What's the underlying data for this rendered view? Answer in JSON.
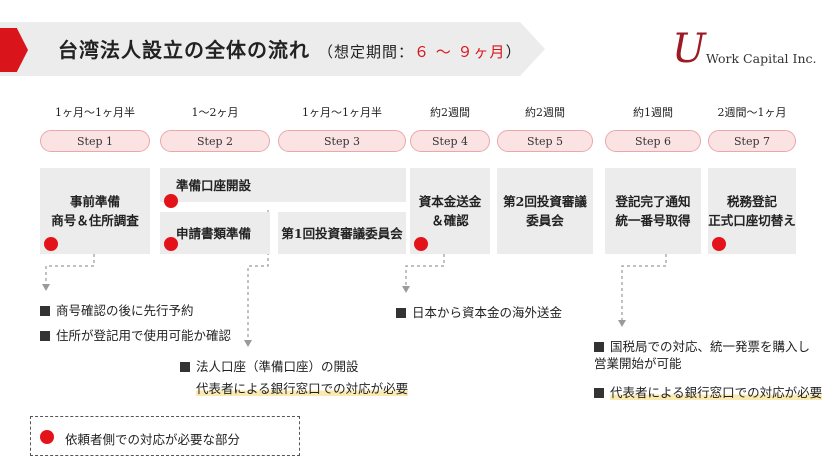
{
  "header": {
    "title": "台湾法人設立の全体の流れ",
    "subtitle_open": "（想定期間：",
    "subtitle_range": "６ ～ ９ヶ月",
    "subtitle_close": "）"
  },
  "logo": {
    "mark": "U",
    "text": "Work Capital Inc."
  },
  "colors": {
    "accent_red": "#d9141b",
    "step_pill": "#fbe3e4",
    "box_gray": "#ececec",
    "highlight": "#fbeab0"
  },
  "steps": [
    {
      "duration": "1ヶ月～1ヶ月半",
      "label": "Step 1"
    },
    {
      "duration": "1～2ヶ月",
      "label": "Step 2"
    },
    {
      "duration": "1ヶ月～1ヶ月半",
      "label": "Step 3"
    },
    {
      "duration": "約2週間",
      "label": "Step 4"
    },
    {
      "duration": "約2週間",
      "label": "Step 5"
    },
    {
      "duration": "約1週間",
      "label": "Step 6"
    },
    {
      "duration": "2週間～1ヶ月",
      "label": "Step 7"
    }
  ],
  "boxes": {
    "s1": {
      "line1": "事前準備",
      "line2": "商号＆住所調査"
    },
    "s2a": {
      "line1": "準備口座開設"
    },
    "s2b": {
      "line1": "申請書類準備"
    },
    "s3": {
      "line1": "第1回投資審議委員会"
    },
    "s4": {
      "line1": "資本金送金",
      "line2": "＆確認"
    },
    "s5": {
      "line1": "第2回投資審議",
      "line2": "委員会"
    },
    "s6": {
      "line1": "登記完了通知",
      "line2": "統一番号取得"
    },
    "s7": {
      "line1": "税務登記",
      "line2": "正式口座切替え"
    }
  },
  "notes": {
    "n1a": "商号確認の後に先行予約",
    "n1b": "住所が登記用で使用可能か確認",
    "n2a": "法人口座（準備口座）の開設",
    "n2b": "代表者による銀行窓口での対応が必要",
    "n4": "日本から資本金の海外送金",
    "n7a_line1": "国税局での対応、統一発票を購入し",
    "n7a_line2": "営業開始が可能",
    "n7b": "代表者による銀行窓口での対応が必要"
  },
  "legend": {
    "text": "依頼者側での対応が必要な部分"
  }
}
